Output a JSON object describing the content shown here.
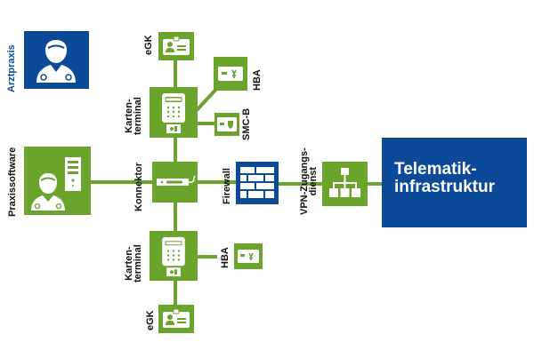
{
  "colors": {
    "green": "#6aa42c",
    "blue": "#0c4a97",
    "label": "#111111"
  },
  "nodes": {
    "arztpraxis": {
      "label": "Arztpraxis",
      "icon": "doctor-icon"
    },
    "praxissoftware": {
      "label": "Praxissoftware",
      "icon": "doctor-server-icon"
    },
    "kartenterminal_top": {
      "label_line1": "Karten-",
      "label_line2": "terminal",
      "icon": "card-terminal-icon"
    },
    "egk_top": {
      "label": "eGK",
      "icon": "id-card-icon"
    },
    "hba_top": {
      "label": "HBA",
      "icon": "health-card-icon"
    },
    "smcb": {
      "label": "SMC-B",
      "icon": "shield-card-icon"
    },
    "konnektor": {
      "label": "Konnektor",
      "icon": "connector-device-icon"
    },
    "firewall": {
      "label": "Firewall",
      "icon": "brick-wall-icon"
    },
    "vpn": {
      "label_line1": "VPN-Zugangs-",
      "label_line2": "dienst",
      "icon": "network-hierarchy-icon"
    },
    "ti": {
      "label_line1": "Telematik-",
      "label_line2": "infrastruktur"
    },
    "kartenterminal_bottom": {
      "label_line1": "Karten-",
      "label_line2": "terminal",
      "icon": "card-terminal-icon"
    },
    "hba_bottom": {
      "label": "HBA",
      "icon": "health-card-icon"
    },
    "egk_bottom": {
      "label": "eGK",
      "icon": "id-card-icon"
    }
  }
}
